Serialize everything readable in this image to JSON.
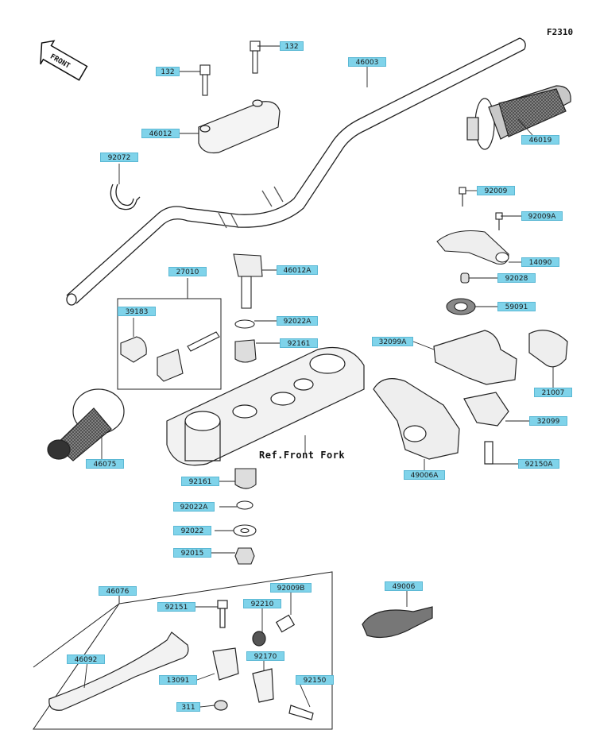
{
  "diagram": {
    "figure_code": "F2310",
    "front_label": "FRONT",
    "ref_label": "Ref.Front Fork"
  },
  "callouts": [
    {
      "id": "c-132-a",
      "label": "132"
    },
    {
      "id": "c-132-b",
      "label": "132"
    },
    {
      "id": "c-46003",
      "label": "46003"
    },
    {
      "id": "c-46012",
      "label": "46012"
    },
    {
      "id": "c-46019",
      "label": "46019"
    },
    {
      "id": "c-92072",
      "label": "92072"
    },
    {
      "id": "c-92009",
      "label": "92009"
    },
    {
      "id": "c-92009A",
      "label": "92009A"
    },
    {
      "id": "c-14090",
      "label": "14090"
    },
    {
      "id": "c-92028",
      "label": "92028"
    },
    {
      "id": "c-27010",
      "label": "27010"
    },
    {
      "id": "c-46012A",
      "label": "46012A"
    },
    {
      "id": "c-39183",
      "label": "39183"
    },
    {
      "id": "c-92022A-top",
      "label": "92022A"
    },
    {
      "id": "c-92161-top",
      "label": "92161"
    },
    {
      "id": "c-59091",
      "label": "59091"
    },
    {
      "id": "c-32099A",
      "label": "32099A"
    },
    {
      "id": "c-21007",
      "label": "21007"
    },
    {
      "id": "c-46075",
      "label": "46075"
    },
    {
      "id": "c-32099",
      "label": "32099"
    },
    {
      "id": "c-92150A",
      "label": "92150A"
    },
    {
      "id": "c-49006A",
      "label": "49006A"
    },
    {
      "id": "c-92161-bot",
      "label": "92161"
    },
    {
      "id": "c-92022A-bot",
      "label": "92022A"
    },
    {
      "id": "c-92022",
      "label": "92022"
    },
    {
      "id": "c-92015",
      "label": "92015"
    },
    {
      "id": "c-46076",
      "label": "46076"
    },
    {
      "id": "c-49006",
      "label": "49006"
    },
    {
      "id": "c-92151",
      "label": "92151"
    },
    {
      "id": "c-92210",
      "label": "92210"
    },
    {
      "id": "c-92009B",
      "label": "92009B"
    },
    {
      "id": "c-46092",
      "label": "46092"
    },
    {
      "id": "c-92170",
      "label": "92170"
    },
    {
      "id": "c-13091",
      "label": "13091"
    },
    {
      "id": "c-92150",
      "label": "92150"
    },
    {
      "id": "c-311",
      "label": "311"
    }
  ]
}
